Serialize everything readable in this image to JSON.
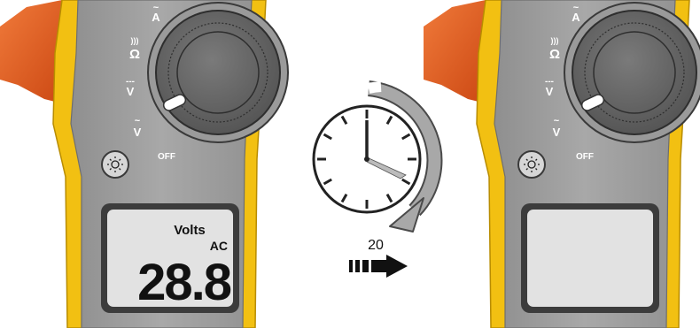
{
  "meter_before": {
    "dial_labels": {
      "amps_ac": "A",
      "ohms": "Ω",
      "volts_dc": "V",
      "volts_ac": "V",
      "off": "OFF"
    },
    "display": {
      "unit": "Volts",
      "mode": "AC",
      "reading": "28.8"
    }
  },
  "meter_after": {
    "dial_labels": {
      "amps_ac": "A",
      "ohms": "Ω",
      "volts_dc": "V",
      "volts_ac": "V",
      "off": "OFF"
    },
    "display": {
      "blank": true
    }
  },
  "transition": {
    "duration": "20",
    "clock_icon": "clock-icon",
    "arrow_icon": "right-arrow-icon"
  },
  "colors": {
    "yellow": "#f2c012",
    "gray": "#9e9e9e",
    "dark_gray": "#4a4a4a",
    "orange": "#e85a1e",
    "lcd": "#e2e2e2"
  }
}
